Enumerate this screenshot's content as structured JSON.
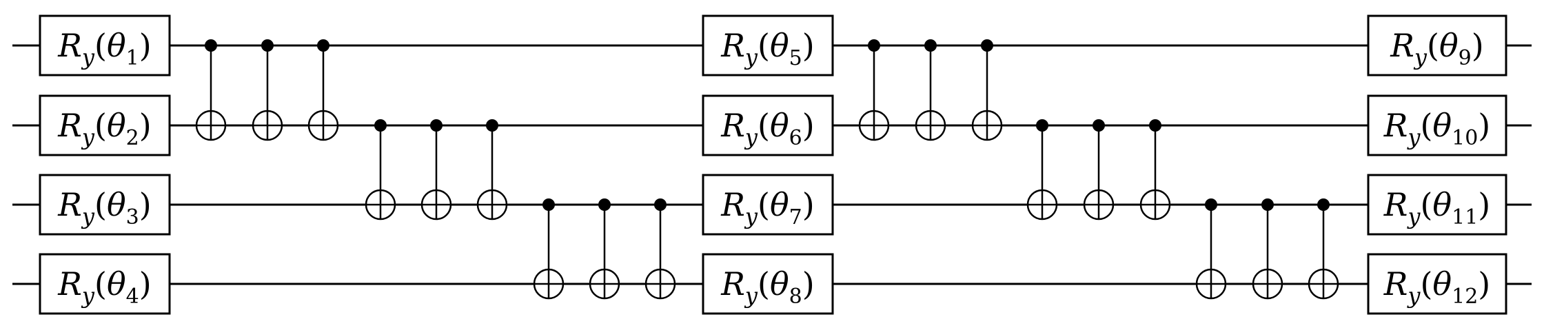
{
  "circuit": {
    "qubits": 4,
    "gates": [
      {
        "label": "R",
        "sub": "y",
        "param": "θ",
        "index": "1"
      },
      {
        "label": "R",
        "sub": "y",
        "param": "θ",
        "index": "2"
      },
      {
        "label": "R",
        "sub": "y",
        "param": "θ",
        "index": "3"
      },
      {
        "label": "R",
        "sub": "y",
        "param": "θ",
        "index": "4"
      },
      {
        "label": "R",
        "sub": "y",
        "param": "θ",
        "index": "5"
      },
      {
        "label": "R",
        "sub": "y",
        "param": "θ",
        "index": "6"
      },
      {
        "label": "R",
        "sub": "y",
        "param": "θ",
        "index": "7"
      },
      {
        "label": "R",
        "sub": "y",
        "param": "θ",
        "index": "8"
      },
      {
        "label": "R",
        "sub": "y",
        "param": "θ",
        "index": "9"
      },
      {
        "label": "R",
        "sub": "y",
        "param": "θ",
        "index": "10"
      },
      {
        "label": "R",
        "sub": "y",
        "param": "θ",
        "index": "11"
      },
      {
        "label": "R",
        "sub": "y",
        "param": "θ",
        "index": "12"
      }
    ],
    "gate_layers": [
      {
        "qubits": [
          0,
          1,
          2,
          3
        ],
        "gates": [
          0,
          1,
          2,
          3
        ]
      },
      {
        "qubits": [
          0,
          1,
          2,
          3
        ],
        "gates": [
          4,
          5,
          6,
          7
        ]
      },
      {
        "qubits": [
          0,
          1,
          2,
          3
        ],
        "gates": [
          8,
          9,
          10,
          11
        ]
      }
    ],
    "cnot_blocks": [
      [
        {
          "control": 0,
          "target": 1
        },
        {
          "control": 0,
          "target": 1
        },
        {
          "control": 0,
          "target": 1
        },
        {
          "control": 1,
          "target": 2
        },
        {
          "control": 1,
          "target": 2
        },
        {
          "control": 1,
          "target": 2
        },
        {
          "control": 2,
          "target": 3
        },
        {
          "control": 2,
          "target": 3
        },
        {
          "control": 2,
          "target": 3
        }
      ],
      [
        {
          "control": 0,
          "target": 1
        },
        {
          "control": 0,
          "target": 1
        },
        {
          "control": 0,
          "target": 1
        },
        {
          "control": 1,
          "target": 2
        },
        {
          "control": 1,
          "target": 2
        },
        {
          "control": 1,
          "target": 2
        },
        {
          "control": 2,
          "target": 3
        },
        {
          "control": 2,
          "target": 3
        },
        {
          "control": 2,
          "target": 3
        }
      ]
    ]
  }
}
